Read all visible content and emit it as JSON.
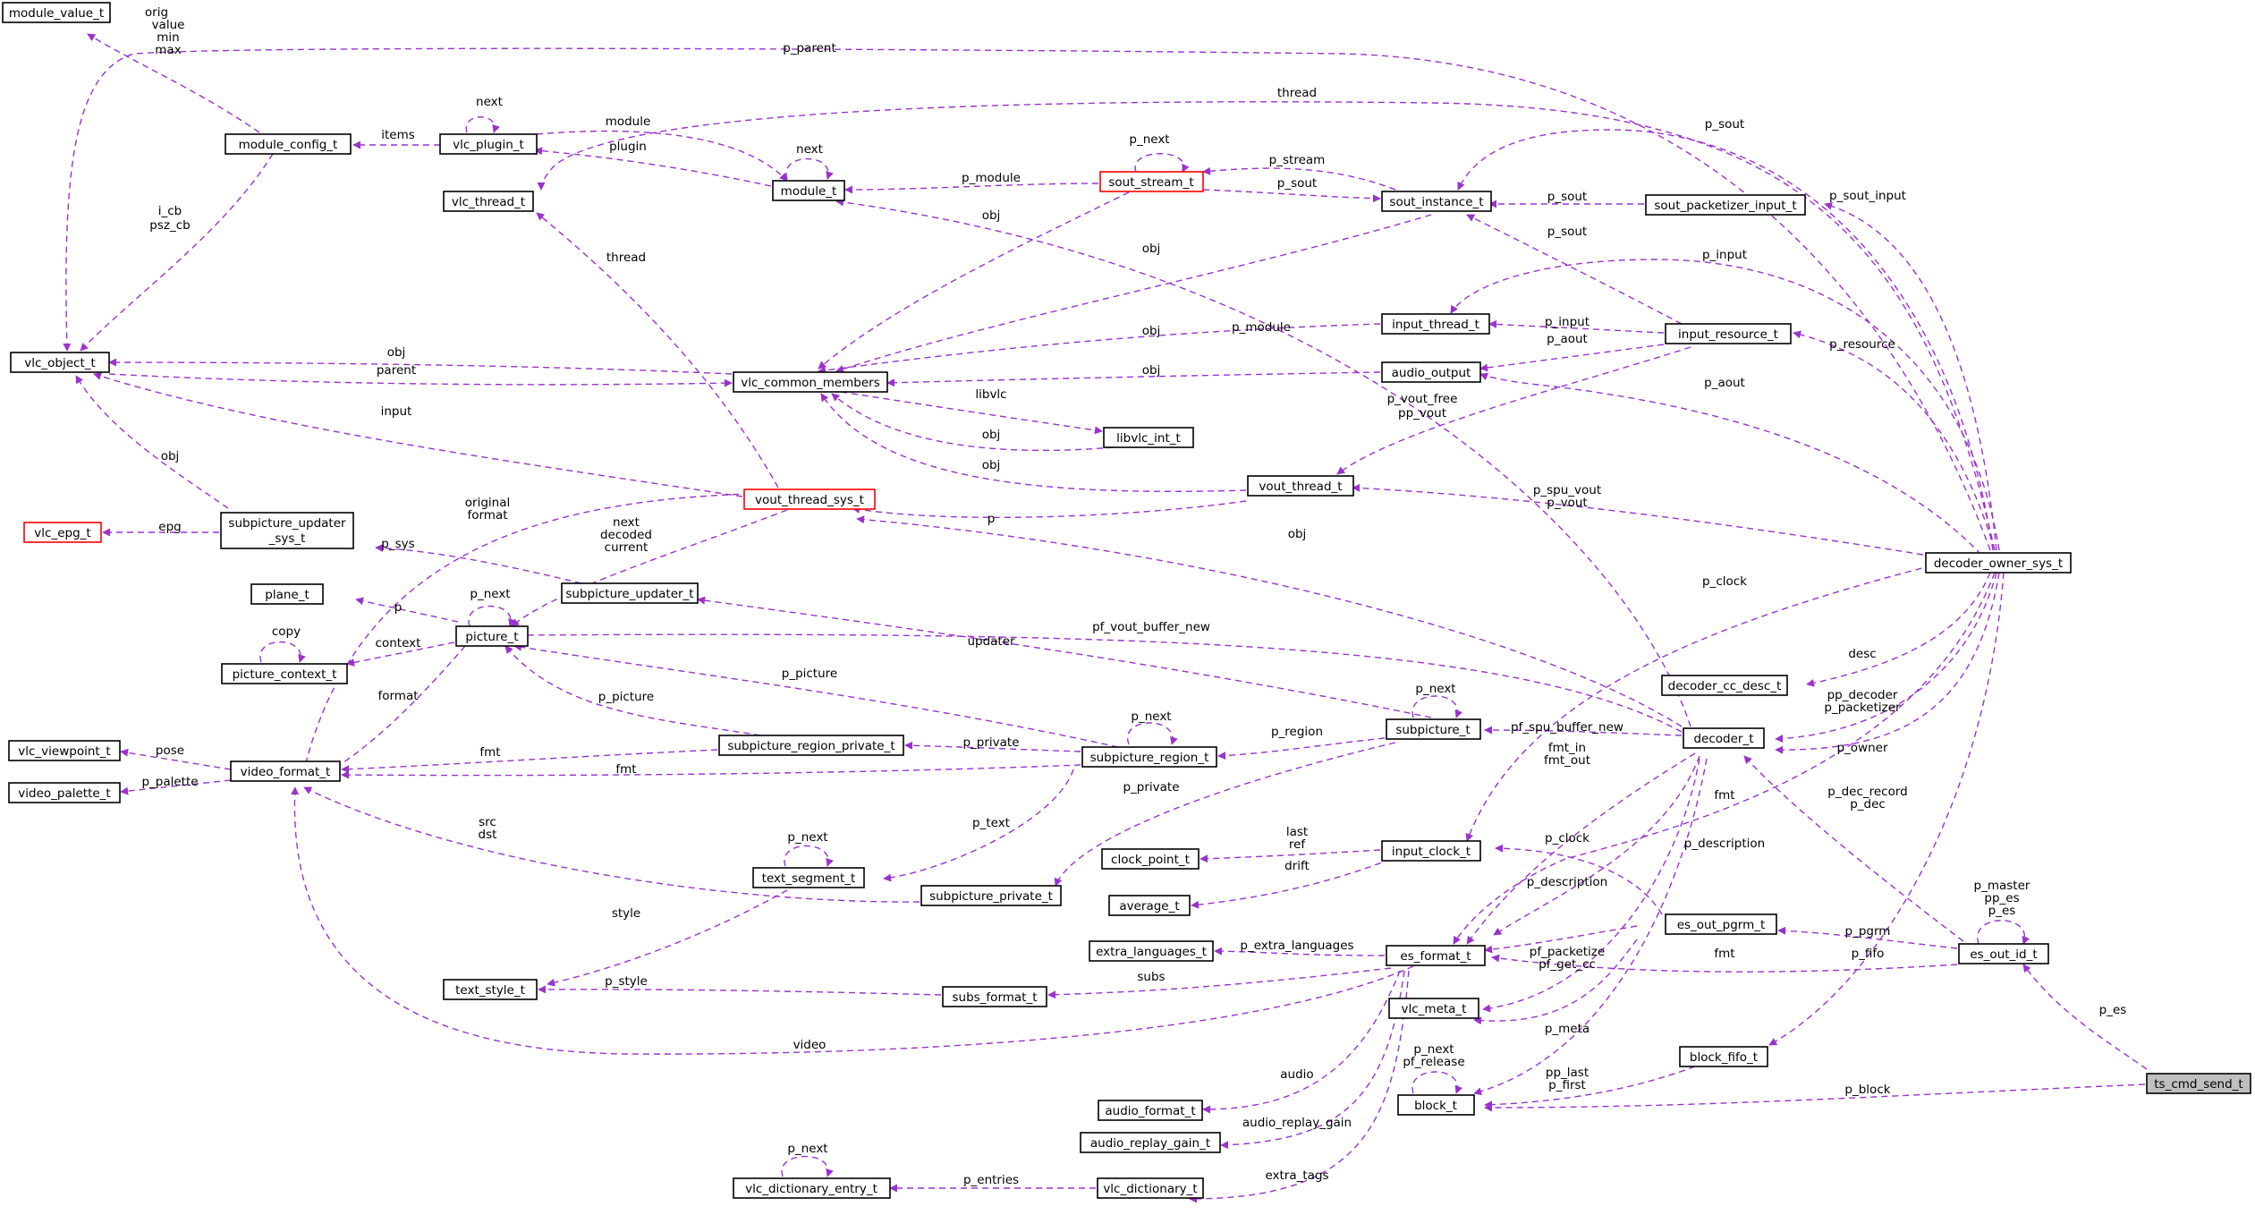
{
  "colors": {
    "edge": "#9a32cd",
    "node_border": "#000000",
    "incomplete_border": "#ff0000",
    "highlight_fill": "#bfbfbf",
    "background": "#ffffff"
  },
  "nodes": {
    "module_value_t": "module_value_t",
    "module_config_t": "module_config_t",
    "vlc_plugin_t": "vlc_plugin_t",
    "vlc_thread_t": "vlc_thread_t",
    "module_t": "module_t",
    "sout_stream_t": "sout_stream_t",
    "sout_instance_t": "sout_instance_t",
    "sout_packetizer_input_t": "sout_packetizer_input_t",
    "vlc_object_t": "vlc_object_t",
    "vlc_common_members": "vlc_common_members",
    "input_thread_t": "input_thread_t",
    "input_resource_t": "input_resource_t",
    "audio_output": "audio_output",
    "libvlc_int_t": "libvlc_int_t",
    "vout_thread_t": "vout_thread_t",
    "vout_thread_sys_t": "vout_thread_sys_t",
    "vlc_epg_t": "vlc_epg_t",
    "subpicture_updater_sys_t_line1": "subpicture_updater",
    "subpicture_updater_sys_t_line2": "_sys_t",
    "subpicture_updater_t": "subpicture_updater_t",
    "plane_t": "plane_t",
    "picture_t": "picture_t",
    "picture_context_t": "picture_context_t",
    "decoder_owner_sys_t": "decoder_owner_sys_t",
    "decoder_cc_desc_t": "decoder_cc_desc_t",
    "decoder_t": "decoder_t",
    "vlc_viewpoint_t": "vlc_viewpoint_t",
    "video_format_t": "video_format_t",
    "video_palette_t": "video_palette_t",
    "subpicture_region_private_t": "subpicture_region_private_t",
    "subpicture_region_t": "subpicture_region_t",
    "subpicture_t": "subpicture_t",
    "text_segment_t": "text_segment_t",
    "subpicture_private_t": "subpicture_private_t",
    "clock_point_t": "clock_point_t",
    "average_t": "average_t",
    "input_clock_t": "input_clock_t",
    "es_out_pgrm_t": "es_out_pgrm_t",
    "es_out_id_t": "es_out_id_t",
    "extra_languages_t": "extra_languages_t",
    "es_format_t": "es_format_t",
    "text_style_t": "text_style_t",
    "subs_format_t": "subs_format_t",
    "vlc_meta_t": "vlc_meta_t",
    "block_fifo_t": "block_fifo_t",
    "ts_cmd_send_t": "ts_cmd_send_t",
    "block_t": "block_t",
    "audio_format_t": "audio_format_t",
    "audio_replay_gain_t": "audio_replay_gain_t",
    "vlc_dictionary_entry_t": "vlc_dictionary_entry_t",
    "vlc_dictionary_t": "vlc_dictionary_t"
  },
  "edge_labels": {
    "mv_orig": "orig",
    "mv_value": "value",
    "mv_min": "min",
    "mv_max": "max",
    "items": "items",
    "p_parent": "p_parent",
    "thread_top": "thread",
    "plugin_next": "next",
    "module": "module",
    "plugin": "plugin",
    "module_next": "next",
    "i_cb": "i_cb",
    "psz_cb": "psz_cb",
    "p_module_sout": "p_module",
    "p_next_sout": "p_next",
    "p_stream": "p_stream",
    "p_sout_mid": "p_sout",
    "p_sout_top": "p_sout",
    "p_sout_pack": "p_sout",
    "p_sout_input": "p_sout_input",
    "obj_sout_stream": "obj",
    "obj_sout_instance": "obj",
    "thread_mid": "thread",
    "p_sout_ir": "p_sout",
    "p_input_dec": "p_input",
    "p_module_it": "p_module",
    "obj_it": "obj",
    "p_input_ir": "p_input",
    "p_resource": "p_resource",
    "obj_left": "obj",
    "parent": "parent",
    "obj_ao": "obj",
    "p_aout_ir": "p_aout",
    "p_aout_dec": "p_aout",
    "p_vout_free": "p_vout_free",
    "pp_vout": "pp_vout",
    "libvlc": "libvlc",
    "obj_libvlc": "obj",
    "obj_vout": "obj",
    "input": "input",
    "obj_updater": "obj",
    "original": "original",
    "format": "format",
    "next": "next",
    "decoded": "decoded",
    "current": "current",
    "p_vout_thread": "p",
    "p_spu_vout": "p_spu_vout",
    "p_vout": "p_vout",
    "obj_decoder": "obj",
    "epg": "epg",
    "p_sys": "p_sys",
    "p_plane": "p",
    "pic_next": "p_next",
    "copy": "copy",
    "context": "context",
    "pf_vout_buffer_new": "pf_vout_buffer_new",
    "p_clock_dec": "p_clock",
    "desc": "desc",
    "updater": "updater",
    "pp_decoder": "pp_decoder",
    "p_packetizer": "p_packetizer",
    "p_picture_region": "p_picture",
    "format_pic": "format",
    "p_picture_private": "p_picture",
    "pose": "pose",
    "fmt_private": "fmt",
    "p_private_region": "p_private",
    "region_next": "p_next",
    "pf_spu_buffer_new": "pf_spu_buffer_new",
    "p_region": "p_region",
    "subpic_next": "p_next",
    "p_owner": "p_owner",
    "p_palette": "p_palette",
    "fmt_region": "fmt",
    "p_private_subpic": "p_private",
    "fmt_in": "fmt_in",
    "fmt_out": "fmt_out",
    "fmt_dec": "fmt",
    "p_dec_record": "p_dec_record",
    "p_dec": "p_dec",
    "src": "src",
    "dst": "dst",
    "p_text": "p_text",
    "text_next": "p_next",
    "last": "last",
    "ref": "ref",
    "drift": "drift",
    "p_clock_pgrm": "p_clock",
    "p_description_dec": "p_description",
    "p_description_pgrm": "p_description",
    "style": "style",
    "p_master": "p_master",
    "pp_es": "pp_es",
    "p_es_self": "p_es",
    "p_pgrm": "p_pgrm",
    "p_extra_languages": "p_extra_languages",
    "fmt_es": "fmt",
    "p_fifo": "p_fifo",
    "p_es": "p_es",
    "p_style": "p_style",
    "subs": "subs",
    "pf_packetize": "pf_packetize",
    "pf_get_cc": "pf_get_cc",
    "p_meta": "p_meta",
    "video": "video",
    "block_next": "p_next",
    "pf_release": "pf_release",
    "pp_last": "pp_last",
    "p_first": "p_first",
    "p_block": "p_block",
    "audio": "audio",
    "audio_replay_gain": "audio_replay_gain",
    "dict_next": "p_next",
    "p_entries": "p_entries",
    "extra_tags": "extra_tags"
  }
}
